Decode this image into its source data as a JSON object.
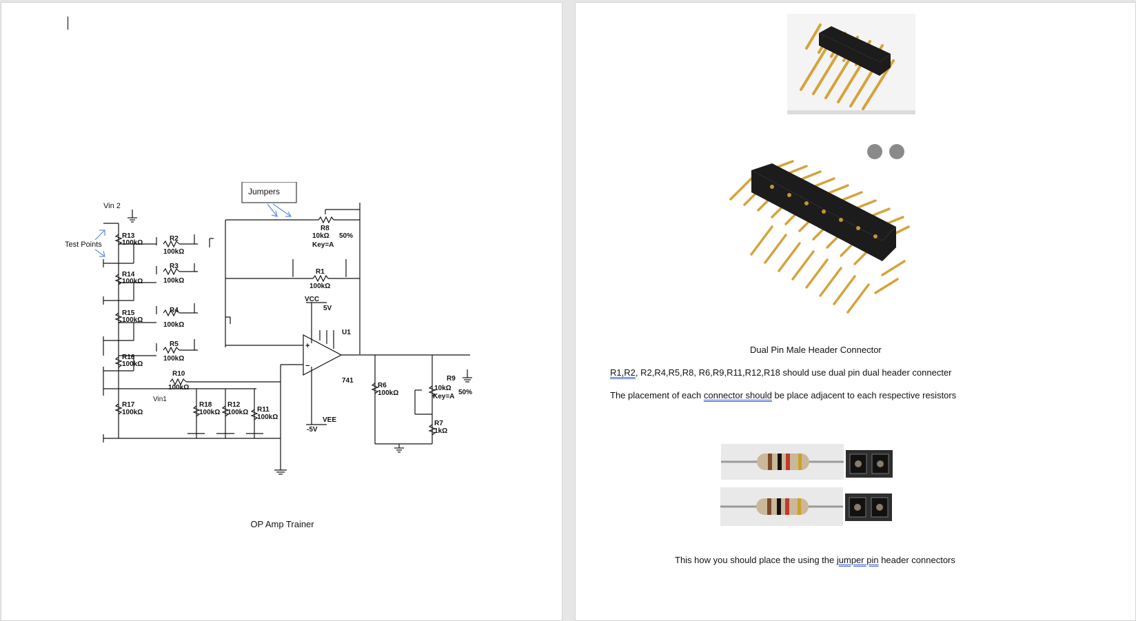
{
  "left_page": {
    "schematic_labels": {
      "vin2": "Vin 2",
      "test_points": "Test Points",
      "jumpers": "Jumpers",
      "vin1": "Vin1",
      "r13": "R13",
      "r13_val": "100kΩ",
      "r14": "R14",
      "r14_val": "100kΩ",
      "r15": "R15",
      "r15_val": "100kΩ",
      "r16": "R16",
      "r16_val": "100kΩ",
      "r17": "R17",
      "r17_val": "100kΩ",
      "r2": "R2",
      "r2_val": "100kΩ",
      "r3": "R3",
      "r3_val": "100kΩ",
      "r4": "R4",
      "r4_val": "100kΩ",
      "r5": "R5",
      "r5_val": "100kΩ",
      "r10": "R10",
      "r10_val": "100kΩ",
      "r18": "R18",
      "r18_val": "100kΩ",
      "r12": "R12",
      "r12_val": "100kΩ",
      "r11": "R11",
      "r11_val": "100kΩ",
      "r8": "R8",
      "r8_val": "10kΩ",
      "r8_key": "Key=A",
      "r8_pct": "50%",
      "r1": "R1",
      "r1_val": "100kΩ",
      "vcc": "VCC",
      "vcc_val": "5V",
      "u1": "U1",
      "u1_part": "741",
      "vee": "VEE",
      "vee_val": "-5V",
      "r6": "R6",
      "r6_val": "100kΩ",
      "r9": "R9",
      "r9_val": "10kΩ",
      "r9_key": "Key=A",
      "r9_pct": "50%",
      "r7": "R7",
      "r7_val": "1kΩ"
    },
    "caption": "OP Amp Trainer"
  },
  "right_page": {
    "header_caption": "Dual Pin Male Header Connector",
    "line1_a": "R1,R2",
    "line1_b": ", R2,R4,R5,R8, R6,R9,R11,R12,R18 should use dual pin dual header connecter",
    "line2_a": "The placement of each ",
    "line2_b": "connector  should",
    "line2_c": " be place adjacent to each respective resistors",
    "bottom_a": "This how you should place the using the ",
    "bottom_b": "jumper  pin",
    "bottom_c": " header connectors"
  },
  "colors": {
    "page_bg": "#ffffff",
    "canvas_bg": "#e6e6e6",
    "annotation_arrow": "#5b8fd6",
    "header_pin_gold": "#d6a23a",
    "header_plastic": "#1c1c1c"
  }
}
